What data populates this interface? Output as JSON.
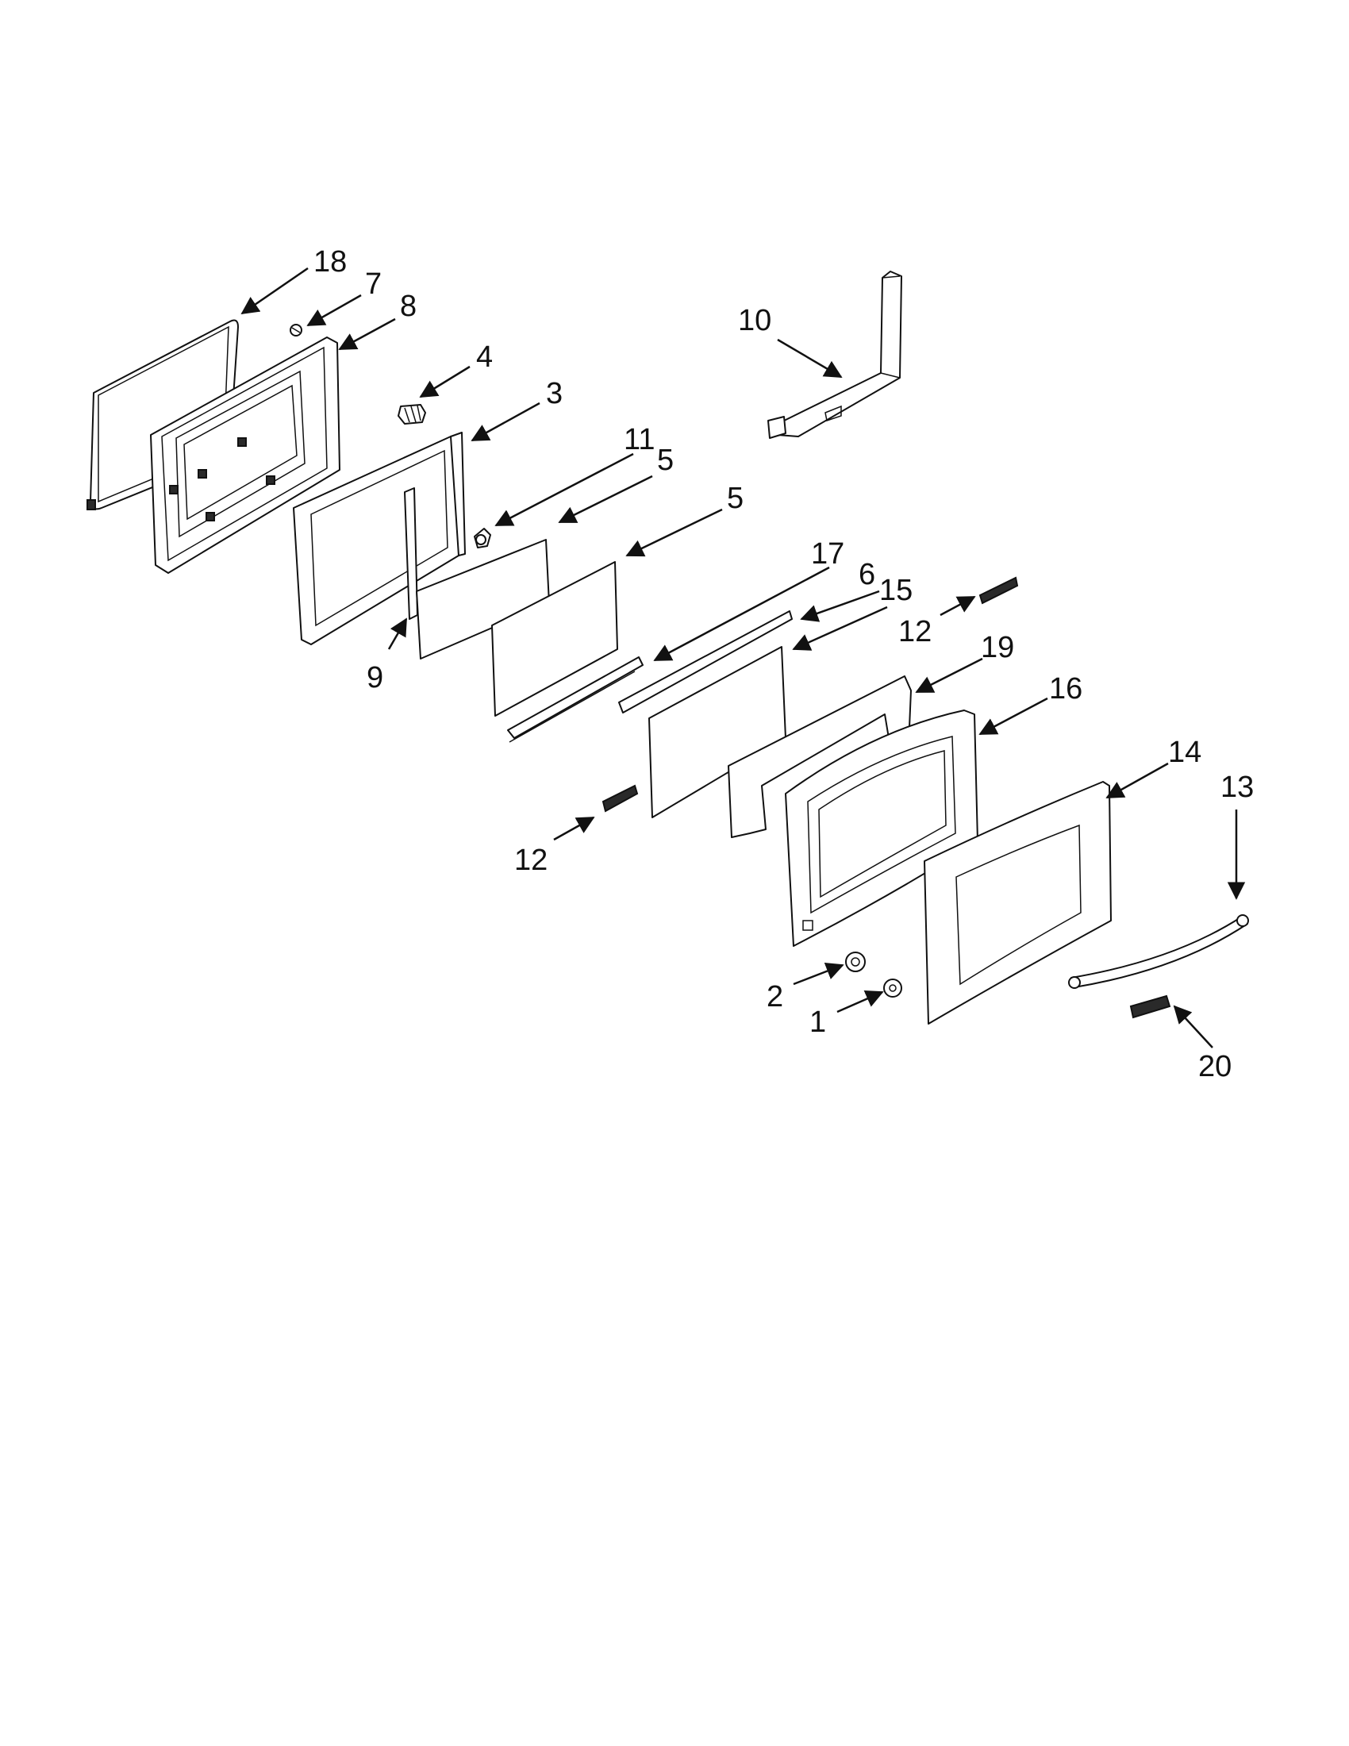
{
  "callouts": [
    {
      "id": "18",
      "label": "18"
    },
    {
      "id": "7",
      "label": "7"
    },
    {
      "id": "8",
      "label": "8"
    },
    {
      "id": "4",
      "label": "4"
    },
    {
      "id": "3",
      "label": "3"
    },
    {
      "id": "11",
      "label": "11"
    },
    {
      "id": "5a",
      "label": "5"
    },
    {
      "id": "5b",
      "label": "5"
    },
    {
      "id": "9",
      "label": "9"
    },
    {
      "id": "10",
      "label": "10"
    },
    {
      "id": "17",
      "label": "17"
    },
    {
      "id": "6",
      "label": "6"
    },
    {
      "id": "15",
      "label": "15"
    },
    {
      "id": "12a",
      "label": "12"
    },
    {
      "id": "19",
      "label": "19"
    },
    {
      "id": "16",
      "label": "16"
    },
    {
      "id": "12b",
      "label": "12"
    },
    {
      "id": "14",
      "label": "14"
    },
    {
      "id": "13",
      "label": "13"
    },
    {
      "id": "2",
      "label": "2"
    },
    {
      "id": "1",
      "label": "1"
    },
    {
      "id": "20",
      "label": "20"
    }
  ]
}
